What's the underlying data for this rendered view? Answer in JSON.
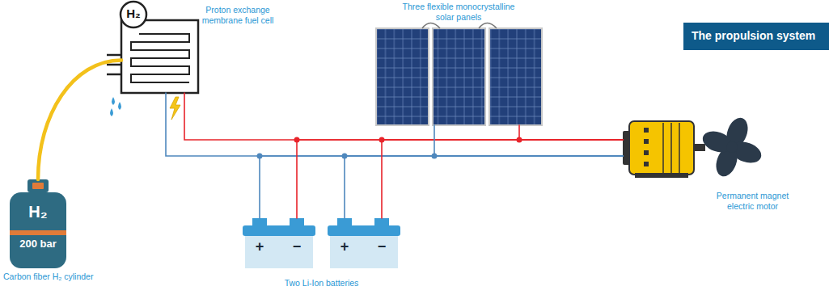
{
  "diagram": {
    "title": "The propulsion system",
    "nodes": [
      {
        "text": [
          "H₂",
          "200 bar",
          "Carbon fiber H₂ cylinder"
        ]
      },
      {
        "text": [
          "H₂",
          "Proton exchange membrane fuel cell"
        ]
      },
      {
        "text": [
          "Three flexible monocrystalline solar panels"
        ]
      },
      {
        "text": [
          "Permanent magnet electric motor"
        ]
      },
      {
        "text": [
          "+",
          "−"
        ]
      },
      {
        "text": [
          "+",
          "−"
        ]
      }
    ],
    "edges": [
      {
        "from": 0,
        "to": 1,
        "arrow": "none"
      },
      {
        "from": 1,
        "to": 3,
        "arrow": "none"
      },
      {
        "from": 4,
        "to": 3,
        "arrow": "none"
      },
      {
        "from": 5,
        "to": 3,
        "arrow": "none"
      },
      {
        "from": 2,
        "to": 3,
        "arrow": "none"
      }
    ],
    "labels": [
      "Two Li-Ion batteries"
    ]
  }
}
